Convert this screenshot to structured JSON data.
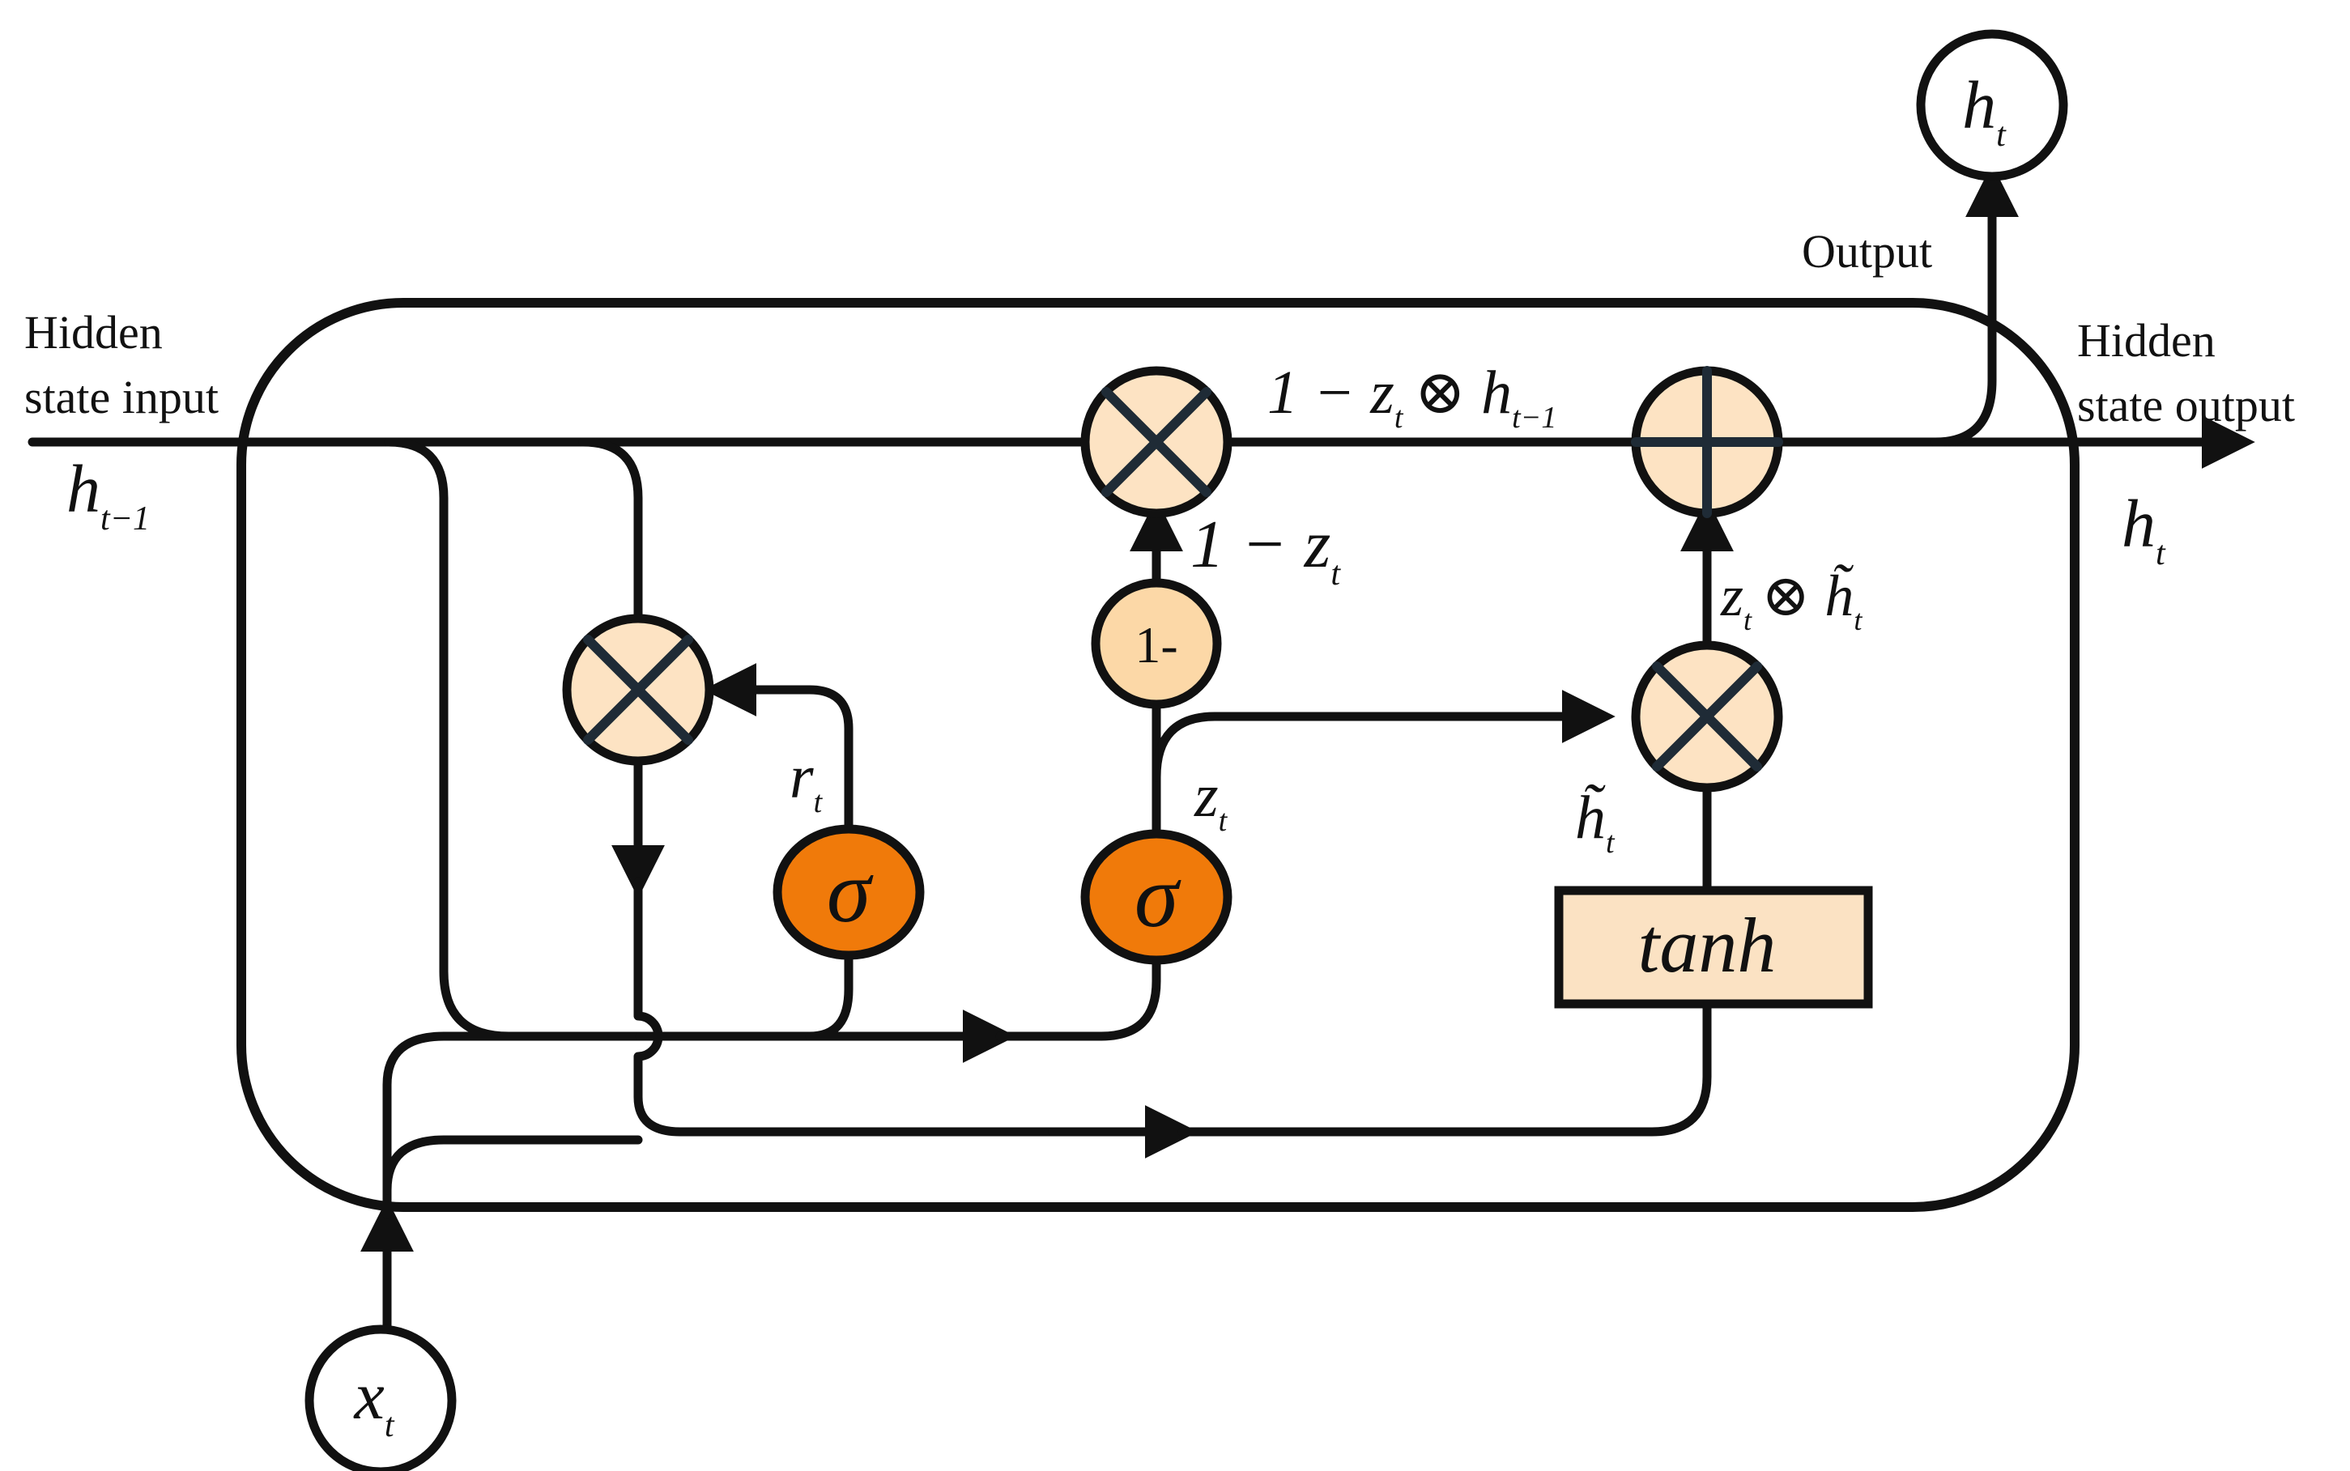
{
  "colors": {
    "stroke": "#111111",
    "op_fill": "#fde3c3",
    "sigma_fill": "#f07a0a",
    "tanh_fill": "#fbe2c3",
    "background": "#ffffff"
  },
  "labels": {
    "hidden_in_1": "Hidden",
    "hidden_in_2": "state input",
    "hidden_out_1": "Hidden",
    "hidden_out_2": "state output",
    "output": "Output",
    "h_prev": "h",
    "h_prev_sub": "t−1",
    "h_out": "h",
    "h_out_sub": "t",
    "h_top": "h",
    "h_top_sub": "t",
    "x_in": "x",
    "x_in_sub": "t",
    "top_eq_a": "1 − z",
    "top_eq_a_sub": "t",
    "top_eq_b": "⊗ h",
    "top_eq_b_sub": "t−1",
    "one_minus_z": "1 − z",
    "one_minus_z_sub": "t",
    "z_h_a": "z",
    "z_h_a_sub": "t",
    "z_h_b": "⊗ h̃",
    "z_h_b_sub": "t",
    "r_t": "r",
    "r_t_sub": "t",
    "z_t": "z",
    "z_t_sub": "t",
    "h_tilde": "h̃",
    "h_tilde_sub": "t",
    "one_minus_node": "1-",
    "sigma": "σ",
    "tanh": "tanh"
  },
  "icons": {
    "multiply": "multiply-icon",
    "add": "plus-icon",
    "arrow": "arrow-icon"
  }
}
